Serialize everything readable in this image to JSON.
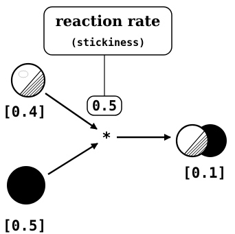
{
  "rate_box": {
    "title": "reaction rate",
    "subtitle": "(stickiness)",
    "value": "0.5"
  },
  "reactants": [
    {
      "kind": "striped-sphere",
      "quantity": "[0.4]"
    },
    {
      "kind": "black-sphere",
      "quantity": "[0.5]"
    }
  ],
  "operator": "*",
  "product": {
    "kind": "striped-black-pair",
    "quantity": "[0.1]"
  },
  "colors": {
    "ink": "#000000",
    "paper": "#ffffff"
  }
}
